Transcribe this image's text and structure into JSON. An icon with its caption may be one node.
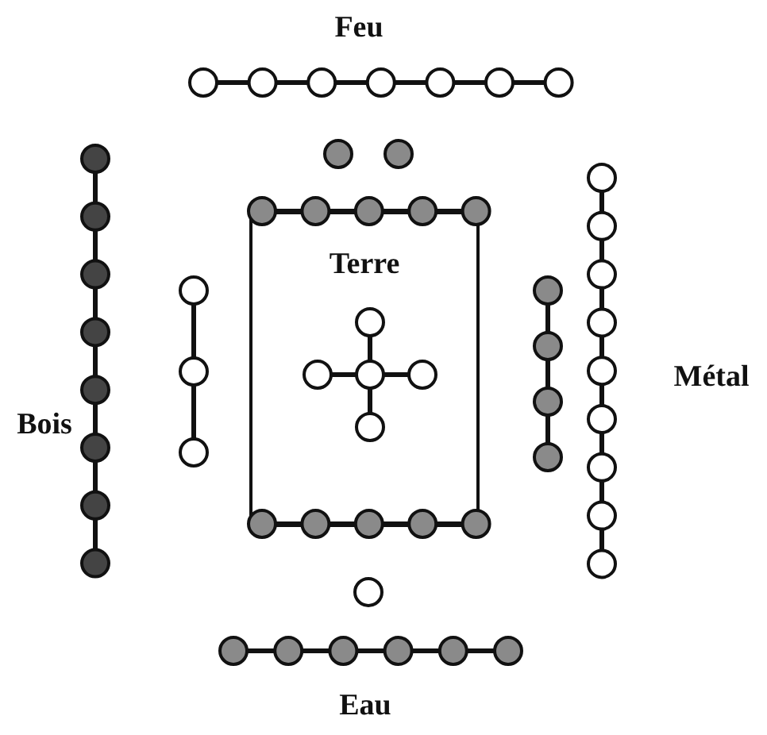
{
  "diagram": {
    "nodes": [
      {
        "text": [
          "Terre"
        ]
      }
    ],
    "labels": [
      "Feu",
      "Bois",
      "Métal",
      "Eau"
    ]
  }
}
